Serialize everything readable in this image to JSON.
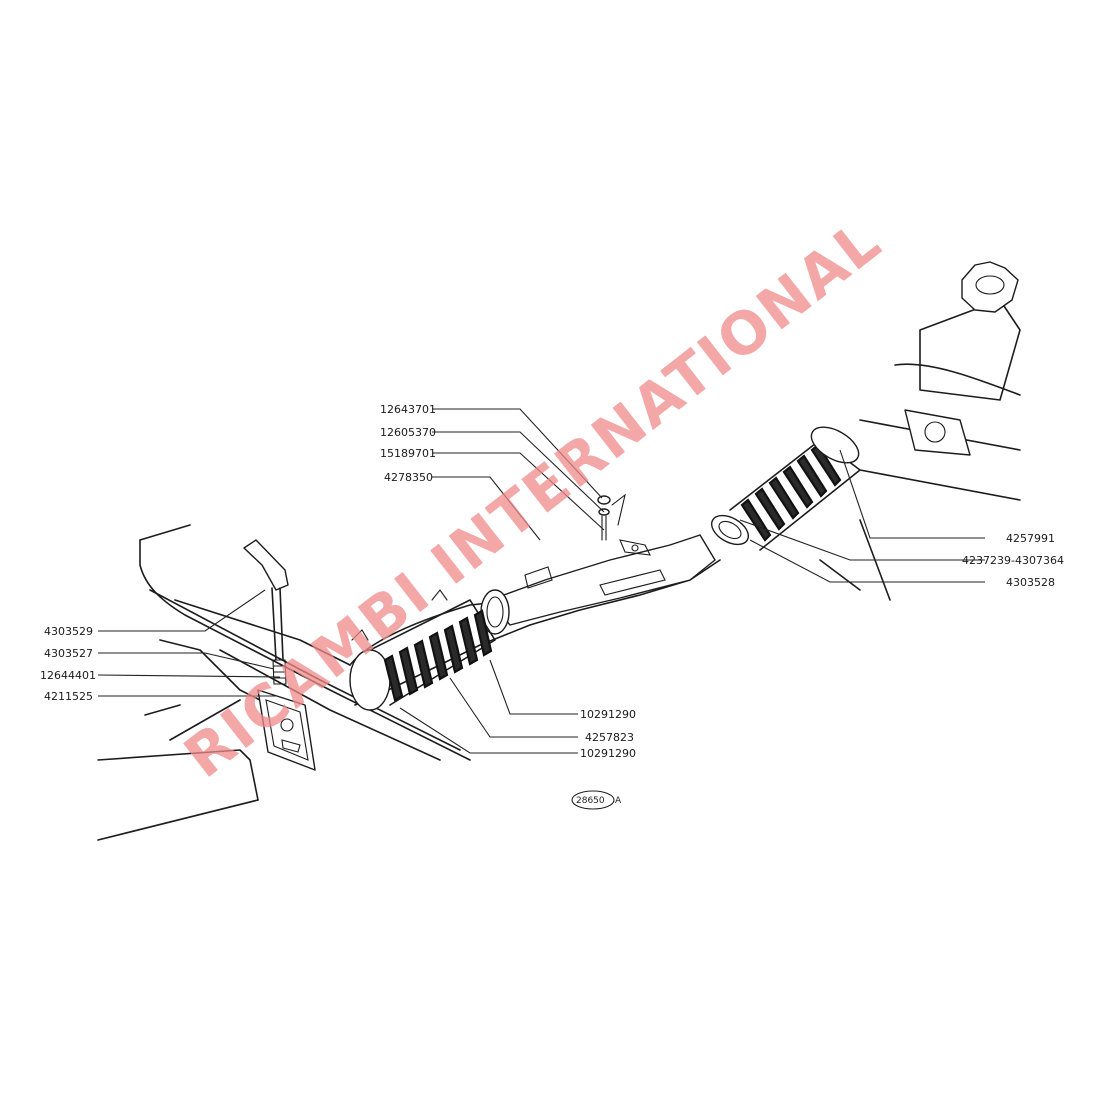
{
  "diagram": {
    "labels_left": [
      {
        "id": "4303529",
        "text": "4303529"
      },
      {
        "id": "4303527",
        "text": "4303527"
      },
      {
        "id": "12644401",
        "text": "12644401"
      },
      {
        "id": "4211525",
        "text": "4211525"
      }
    ],
    "labels_top": [
      {
        "id": "12643701",
        "text": "12643701"
      },
      {
        "id": "12605370",
        "text": "12605370"
      },
      {
        "id": "15189701",
        "text": "15189701"
      },
      {
        "id": "4278350",
        "text": "4278350"
      }
    ],
    "labels_right": [
      {
        "id": "4257991",
        "text": "4257991"
      },
      {
        "id": "4237239-4307364",
        "text": "4237239-4307364"
      },
      {
        "id": "4303528",
        "text": "4303528"
      }
    ],
    "labels_bottom": [
      {
        "id": "10291290a",
        "text": "10291290"
      },
      {
        "id": "4257823",
        "text": "4257823"
      },
      {
        "id": "10291290b",
        "text": "10291290"
      }
    ],
    "figure_code": "28650",
    "figure_code_suffix": "A",
    "watermark": "RICAMBI INTERNATIONAL"
  }
}
